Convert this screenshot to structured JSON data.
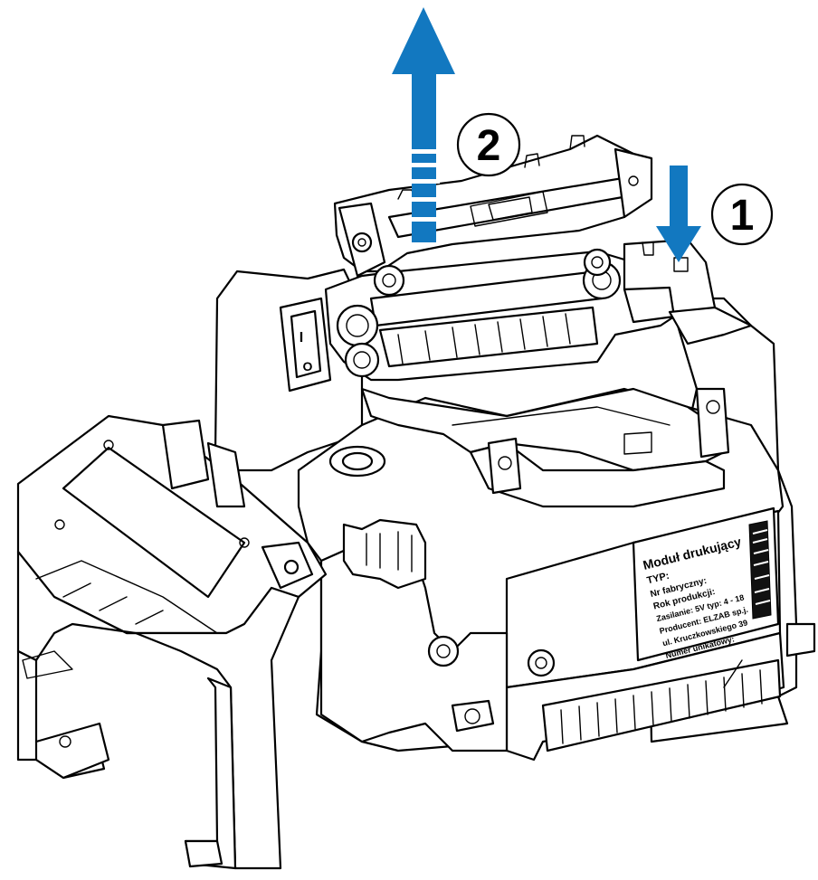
{
  "steps": [
    {
      "id": "1",
      "label": "1",
      "direction": "down"
    },
    {
      "id": "2",
      "label": "2",
      "direction": "up"
    }
  ],
  "rating_label": {
    "title": "Moduł drukujący",
    "lines": [
      "TYP:",
      "Nr fabryczny:",
      "Rok produkcji:",
      "Zasilanie: 5V typ: 4 - 18",
      "Producent: ELZAB sp.j.",
      "ul. Kruczkowskiego 39",
      "Numer unikatowy:"
    ]
  },
  "switch": {
    "on_symbol": "I",
    "off_symbol": "O"
  },
  "colors": {
    "arrow": "#1278c0",
    "line": "#000000",
    "background": "#ffffff"
  }
}
